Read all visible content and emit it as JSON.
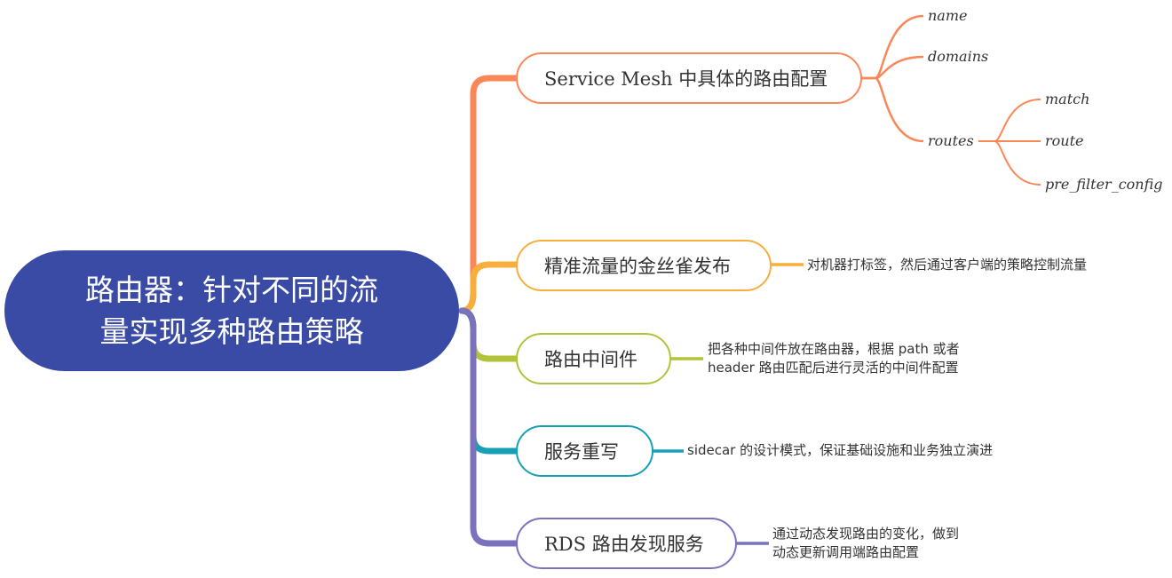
{
  "root": {
    "line1": "路由器：针对不同的流",
    "line2": "量实现多种路由策略",
    "color": "#3a4ba6"
  },
  "branches": [
    {
      "label": "Service Mesh 中具体的路由配置",
      "color": "#fa8758",
      "children": [
        "name",
        "domains",
        "routes"
      ],
      "routes_children": [
        "match",
        "route",
        "pre_filter_config"
      ]
    },
    {
      "label": "精准流量的金丝雀发布",
      "color": "#f7ae3d",
      "note": "对机器打标签，然后通过客户端的策略控制流量"
    },
    {
      "label": "路由中间件",
      "color": "#b2c33a",
      "note_lines": [
        "把各种中间件放在路由器，根据 path 或者",
        "header 路由匹配后进行灵活的中间件配置"
      ]
    },
    {
      "label": "服务重写",
      "color": "#17a0b3",
      "note": "sidecar 的设计模式，保证基础设施和业务独立演进"
    },
    {
      "label": "RDS 路由发现服务",
      "color": "#7a72bd",
      "note_lines": [
        "通过动态发现路由的变化，做到",
        "动态更新调用端路由配置"
      ]
    }
  ]
}
